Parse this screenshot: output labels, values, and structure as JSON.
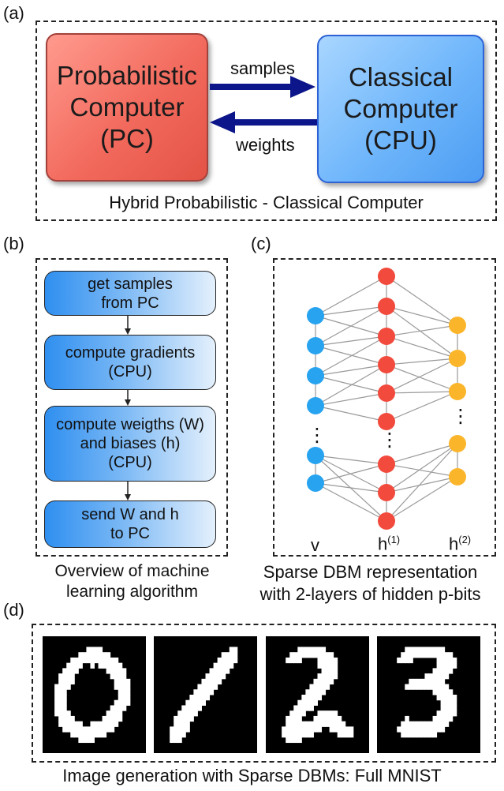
{
  "panel_a": {
    "label": "(a)",
    "pc_box": {
      "line1": "Probabilistic",
      "line2": "Computer",
      "line3": "(PC)"
    },
    "cpu_box": {
      "line1": "Classical",
      "line2": "Computer",
      "line3": "(CPU)"
    },
    "arrow_top_label": "samples",
    "arrow_bottom_label": "weights",
    "caption": "Hybrid Probabilistic - Classical Computer",
    "colors": {
      "pc": "#f26a5d",
      "cpu": "#6fb6fb",
      "arrow": "#0c168a"
    }
  },
  "panel_b": {
    "label": "(b)",
    "steps": [
      {
        "lines": [
          "get samples",
          "from PC"
        ]
      },
      {
        "lines": [
          "compute gradients",
          "(CPU)"
        ]
      },
      {
        "lines": [
          "compute weigths (W)",
          "and biases (h)",
          "(CPU)"
        ]
      },
      {
        "lines": [
          "send W and h",
          "to PC"
        ]
      }
    ],
    "caption_line1": "Overview of machine",
    "caption_line2": "learning algorithm"
  },
  "panel_c": {
    "label": "(c)",
    "layer_v": "v",
    "layer_h1": "h",
    "layer_h1_sup": "(1)",
    "layer_h2": "h",
    "layer_h2_sup": "(2)",
    "ellipsis": "⋮",
    "caption_line1": "Sparse DBM representation",
    "caption_line2": "with 2-layers of hidden p-bits",
    "colors": {
      "v": "#27a3f0",
      "h1": "#f24a3c",
      "h2": "#fbb52a",
      "edge": "#9a9a9a"
    }
  },
  "panel_d": {
    "label": "(d)",
    "digits": [
      "0",
      "1",
      "2",
      "3"
    ],
    "caption": "Image generation with Sparse DBMs: Full MNIST"
  }
}
